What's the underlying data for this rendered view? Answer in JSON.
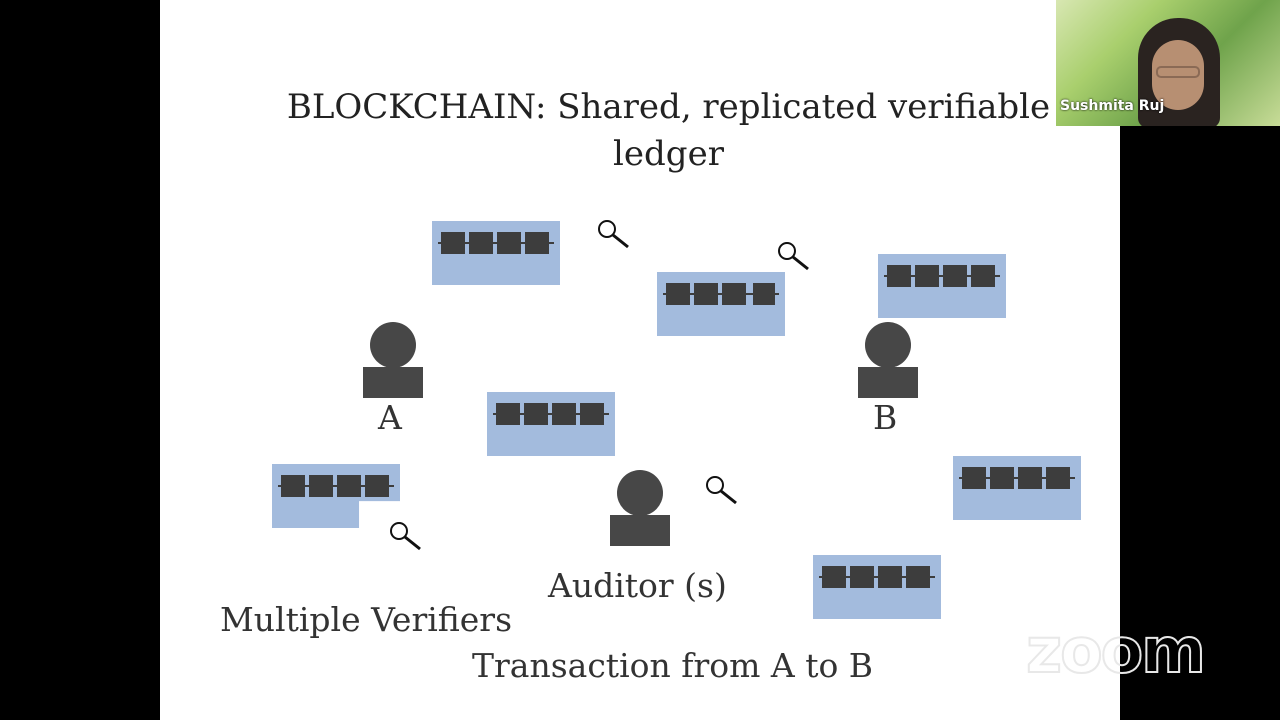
{
  "slide": {
    "title_line1": "BLOCKCHAIN: Shared, replicated verifiable",
    "title_line2": "ledger",
    "label_a": "A",
    "label_b": "B",
    "label_auditor": "Auditor (s)",
    "label_verifiers": "Multiple Verifiers",
    "label_transaction": "Transaction from A to B"
  },
  "video": {
    "participant_name": "Sushmita Ruj"
  },
  "branding": {
    "logo": "zoom"
  },
  "colors": {
    "ledger_fill": "#a3bbdd",
    "block_fill": "#3d3d3d",
    "person_fill": "#474747",
    "background": "#000000",
    "slide_bg": "#ffffff"
  },
  "icons": [
    "magnifier-icon",
    "person-icon",
    "ledger-icon"
  ]
}
